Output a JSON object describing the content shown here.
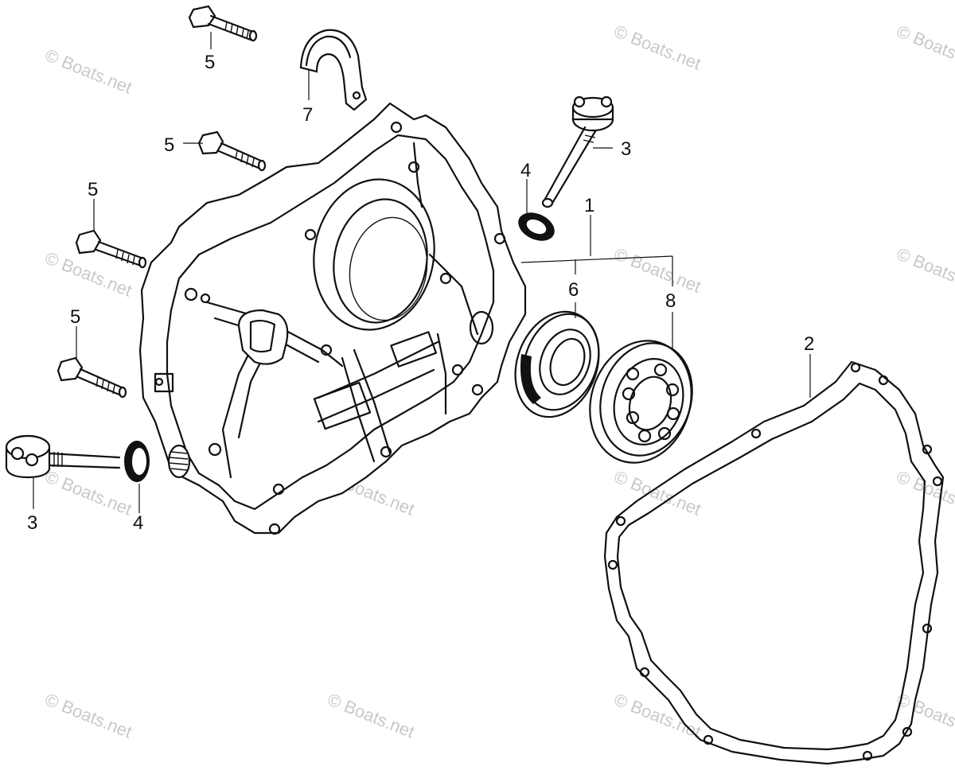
{
  "watermark_text": "© Boats.net",
  "colors": {
    "line": "#111111",
    "watermark": "#c8c8c8",
    "background": "#ffffff"
  },
  "callouts": {
    "bolt_top": "5",
    "clamp": "7",
    "bolt_2": "5",
    "bolt_3": "5",
    "bolt_4": "5",
    "drain_plug_top": "3",
    "washer_top": "4",
    "assembly": "1",
    "oil_seal": "6",
    "bearing": "8",
    "gasket": "2",
    "drain_plug_bottom": "3",
    "washer_bottom": "4"
  }
}
